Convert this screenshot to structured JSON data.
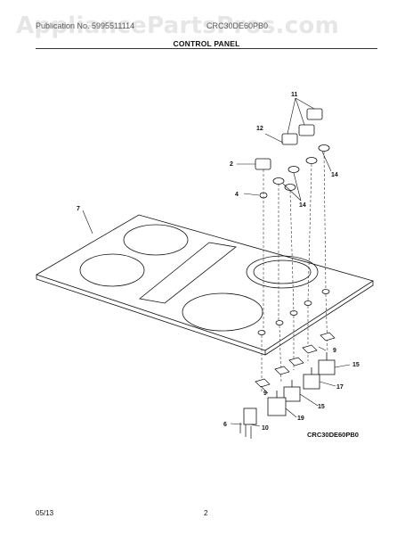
{
  "watermark": "AppliancePartsPros.com",
  "header": {
    "left_text": "Publication No. 5995511114",
    "right_text": "CRC30DE60PB0",
    "title": "CONTROL PANEL"
  },
  "model_code": "CRC30DE60PB0",
  "footer": {
    "date": "05/13",
    "page": "2"
  },
  "callouts": {
    "c11": "11",
    "c12": "12",
    "c2": "2",
    "c14a": "14",
    "c4": "4",
    "c14b": "14",
    "c7": "7",
    "c9a": "9",
    "c15a": "15",
    "c17": "17",
    "c9b": "9",
    "c15b": "15",
    "c19": "19",
    "c6": "6",
    "c10": "10"
  }
}
